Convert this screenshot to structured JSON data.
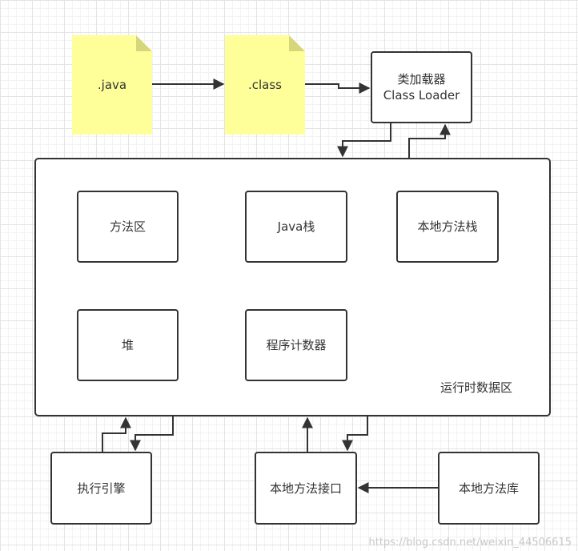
{
  "files": {
    "java": ".java",
    "class": ".class"
  },
  "class_loader": {
    "line1": "类加载器",
    "line2": "Class Loader"
  },
  "runtime_area": {
    "label": "运行时数据区",
    "method_area": "方法区",
    "java_stack": "Java栈",
    "native_stack": "本地方法栈",
    "heap": "堆",
    "pc_register": "程序计数器"
  },
  "bottom": {
    "engine": "执行引擎",
    "native_interface": "本地方法接口",
    "native_library": "本地方法库"
  },
  "watermark": "https://blog.csdn.net/weixin_44506615",
  "colors": {
    "file_fill": "#ffff99",
    "line": "#333333"
  }
}
